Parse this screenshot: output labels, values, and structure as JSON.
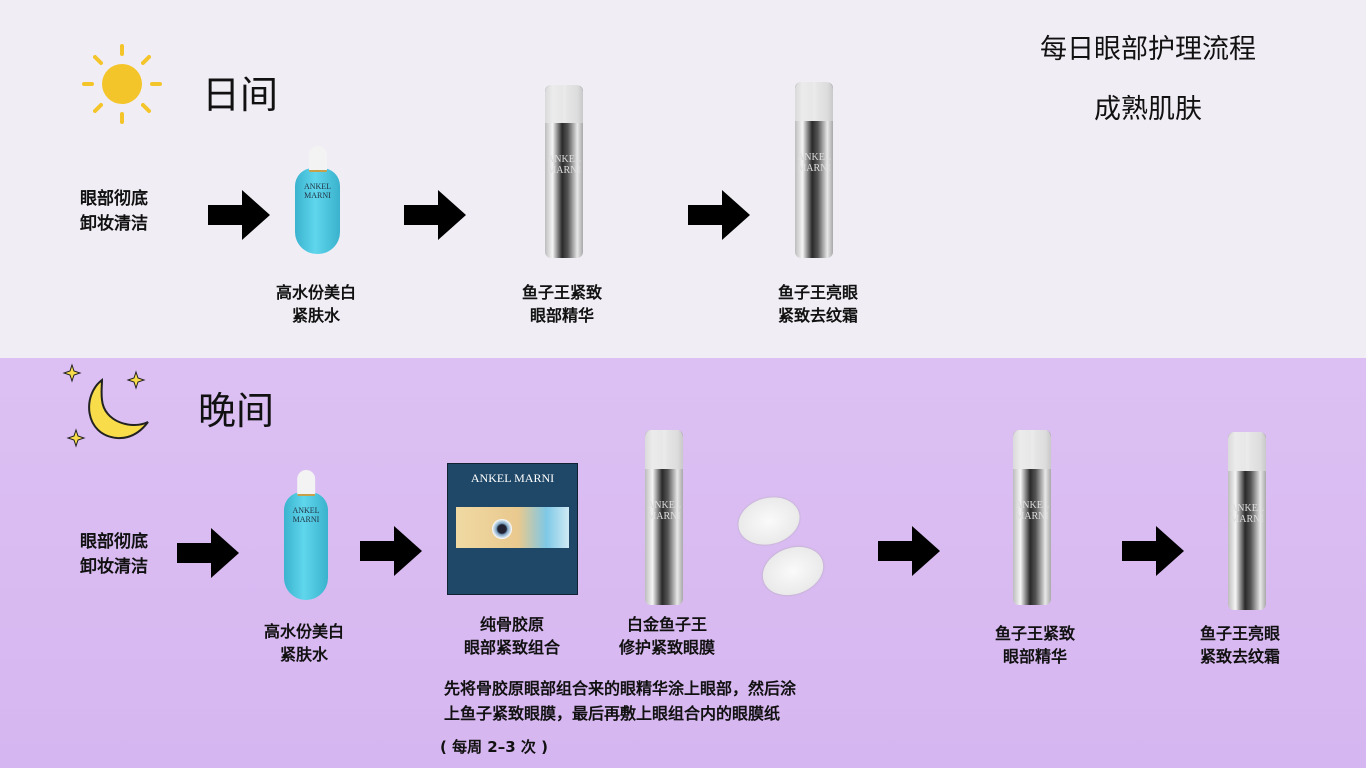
{
  "title": {
    "line1": "每日眼部护理流程",
    "line2": "成熟肌肤"
  },
  "brand": "ANKEL MARNI",
  "colors": {
    "day_bg": "#f1edf5",
    "night_bg": "#d8b8f0",
    "sun": "#f4c52a",
    "moon": "#f8dc4a",
    "toner": "#4cc6e0"
  },
  "day": {
    "heading": "日间",
    "icon": "sun-icon",
    "start": {
      "line1": "眼部彻底",
      "line2": "卸妆清洁"
    },
    "steps": [
      {
        "line1": "高水份美白",
        "line2": "紧肤水"
      },
      {
        "line1": "鱼子王紧致",
        "line2": "眼部精华"
      },
      {
        "line1": "鱼子王亮眼",
        "line2": "紧致去纹霜"
      }
    ]
  },
  "night": {
    "heading": "晚间",
    "icon": "moon-icon",
    "start": {
      "line1": "眼部彻底",
      "line2": "卸妆清洁"
    },
    "steps": [
      {
        "line1": "高水份美白",
        "line2": "紧肤水"
      },
      {
        "line1": "纯骨胶原",
        "line2": "眼部紧致组合"
      },
      {
        "line1": "白金鱼子王",
        "line2": "修护紧致眼膜"
      },
      {
        "line1": "鱼子王紧致",
        "line2": "眼部精华"
      },
      {
        "line1": "鱼子王亮眼",
        "line2": "紧致去纹霜"
      }
    ],
    "note": {
      "line1": "先将骨胶原眼部组合来的眼精华涂上眼部，然后涂",
      "line2": "上鱼子紧致眼膜，最后再敷上眼组合内的眼膜纸"
    },
    "frequency": "( 每周 2–3 次 )"
  }
}
